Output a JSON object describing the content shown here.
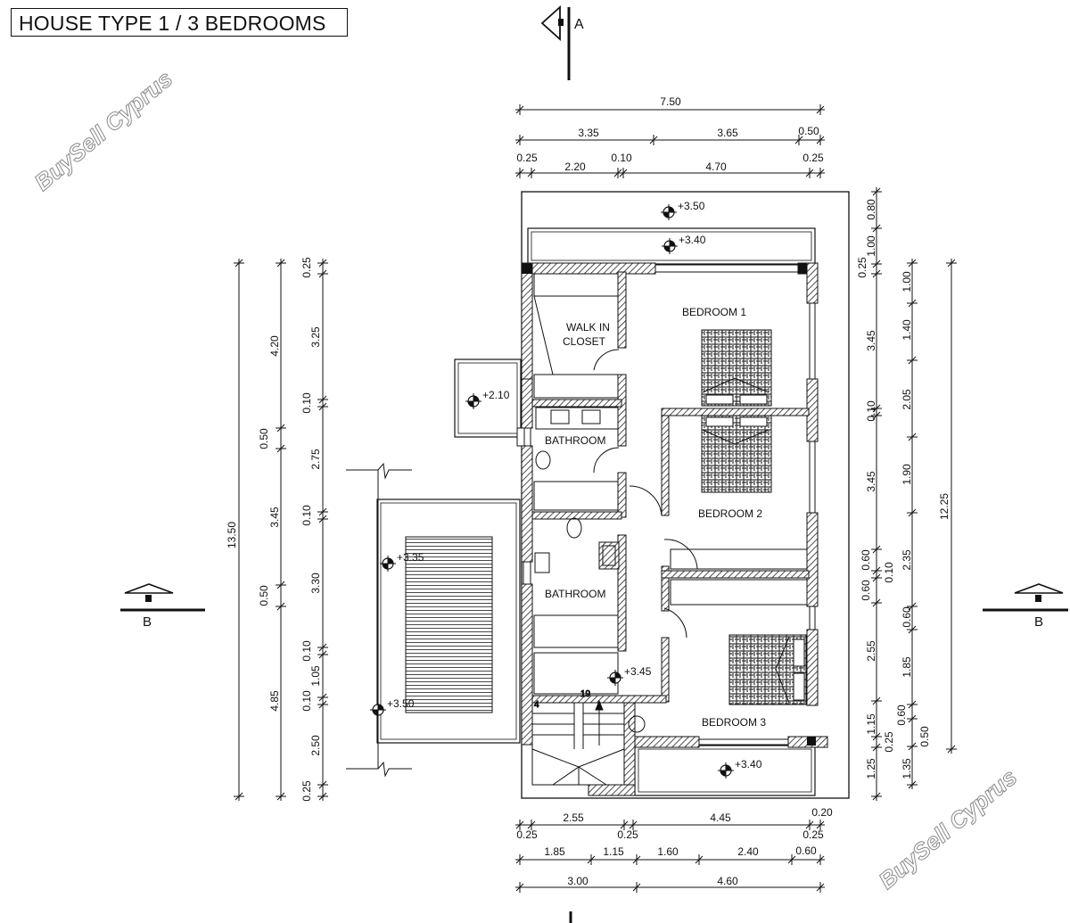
{
  "title": "HOUSE TYPE 1 / 3 BEDROOMS",
  "watermark": "BuySell Cyprus",
  "section_marks": {
    "a": "A",
    "b_left": "B",
    "b_right": "B"
  },
  "rooms": {
    "walk_in_closet": [
      "WALK IN",
      "CLOSET"
    ],
    "bedroom1": "BEDROOM 1",
    "bedroom2": "BEDROOM 2",
    "bedroom3": "BEDROOM 3",
    "bathroom_upper": "BATHROOM",
    "bathroom_lower": "BATHROOM"
  },
  "levels": {
    "roof": "+3.50",
    "top_balcony": "+3.40",
    "side_terrace": "+2.10",
    "ramp_top": "+3.35",
    "ramp_bottom": "+3.50",
    "hall": "+3.45",
    "bottom_balcony": "+3.40"
  },
  "stairs": {
    "step_top": "19",
    "step_bottom": "4"
  },
  "dims_top": {
    "overall": "7.50",
    "row2": [
      "3.35",
      "3.65",
      "0.50"
    ],
    "row3": [
      "0.25",
      "2.20",
      "0.10",
      "4.70",
      "0.25"
    ]
  },
  "dims_bottom": {
    "row1": [
      "2.55",
      "4.45",
      "0.20",
      "0.25",
      "0.25",
      "0.25"
    ],
    "row2": [
      "1.85",
      "1.15",
      "1.60",
      "2.40",
      "0.60"
    ],
    "row3": [
      "3.00",
      "4.60"
    ]
  },
  "dims_left": {
    "overall": "13.50",
    "col2": [
      "4.20",
      "0.50",
      "3.45",
      "0.50",
      "4.85"
    ],
    "col3": [
      "0.25",
      "3.25",
      "0.10",
      "2.75",
      "0.10",
      "3.30",
      "0.10",
      "1.05",
      "0.10",
      "2.50",
      "0.25"
    ]
  },
  "dims_right": {
    "col1": [
      "0.80",
      "1.00",
      "0.25",
      "3.45",
      "0.10",
      "3.45",
      "0.60",
      "0.10",
      "0.60",
      "2.55",
      "1.15",
      "0.25",
      "1.25"
    ],
    "col2": [
      "1.00",
      "1.40",
      "2.05",
      "1.90",
      "2.35",
      "0.60",
      "1.85",
      "0.60",
      "0.50",
      "1.35"
    ],
    "overall": "12.25"
  }
}
